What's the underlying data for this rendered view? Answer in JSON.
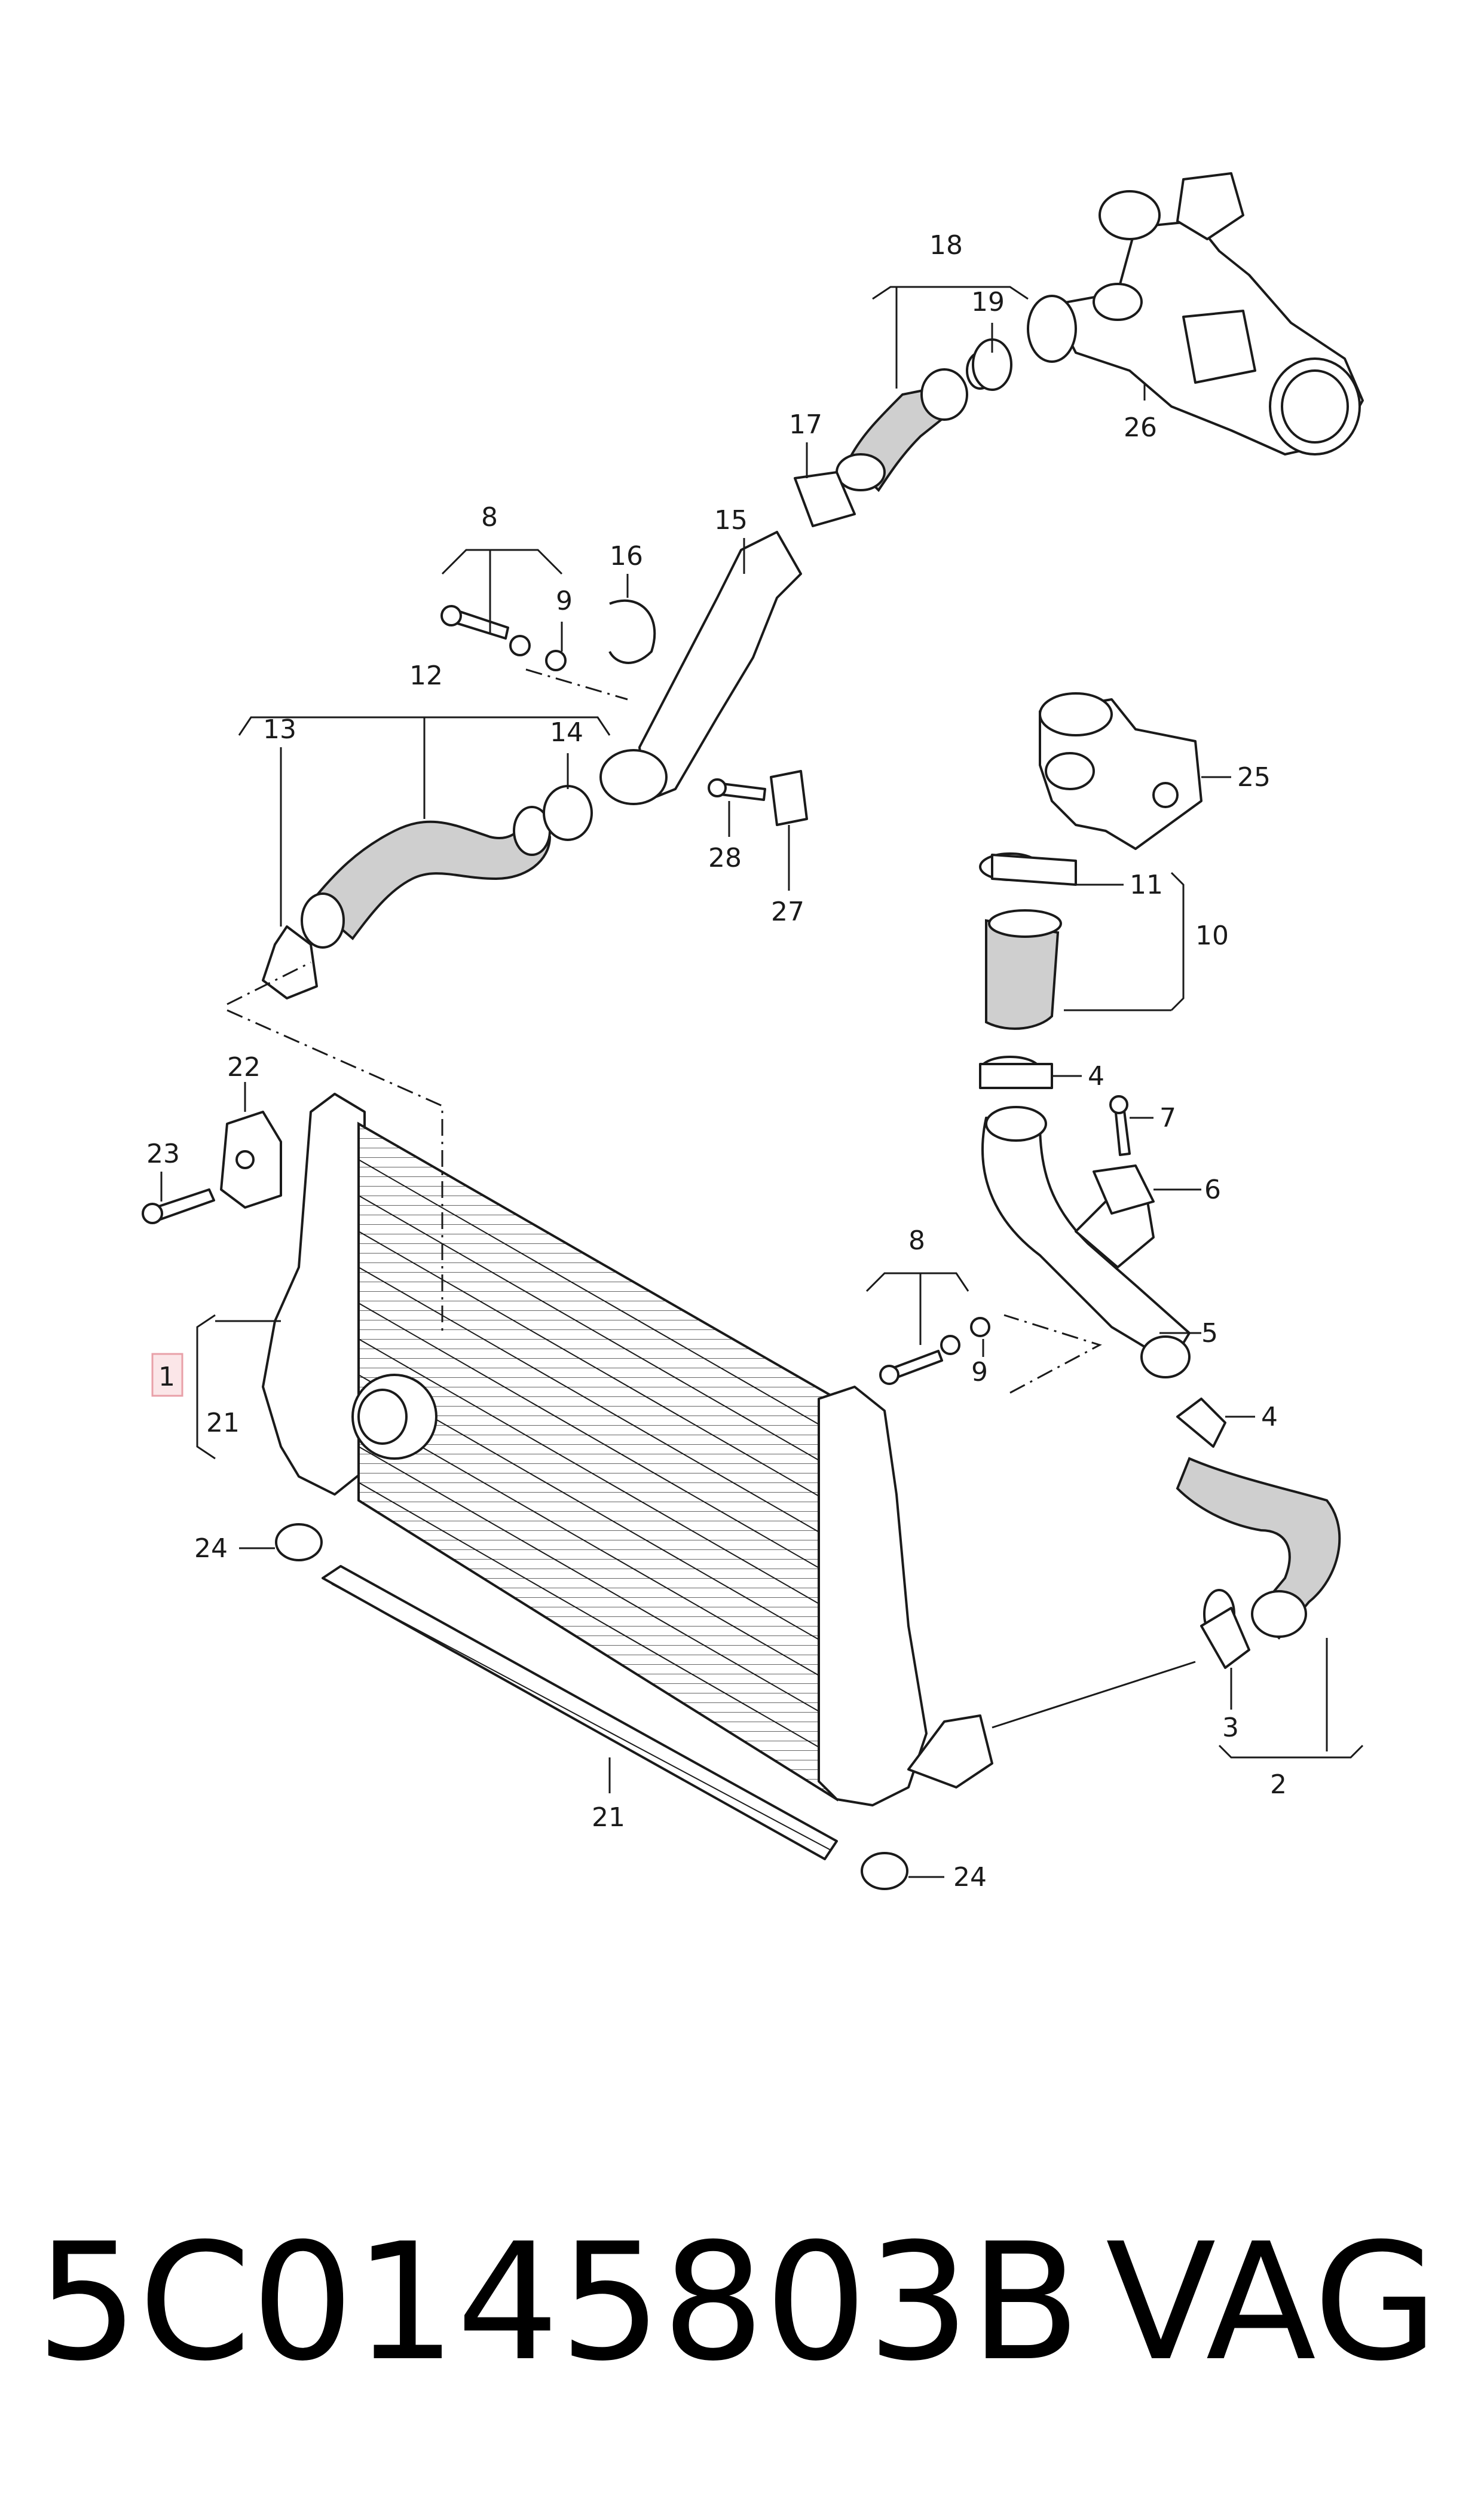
{
  "callouts": {
    "c1": "1",
    "c2": "2",
    "c3": "3",
    "c4a": "4",
    "c4b": "4",
    "c5": "5",
    "c6": "6",
    "c7": "7",
    "c8a": "8",
    "c8b": "8",
    "c9a": "9",
    "c9b": "9",
    "c10": "10",
    "c11": "11",
    "c12": "12",
    "c13": "13",
    "c14": "14",
    "c15": "15",
    "c16": "16",
    "c17": "17",
    "c18": "18",
    "c19": "19",
    "c21a": "21",
    "c21b": "21",
    "c22": "22",
    "c23": "23",
    "c24a": "24",
    "c24b": "24",
    "c25": "25",
    "c26": "26",
    "c27": "27",
    "c28": "28"
  },
  "footer": {
    "part_number": "5C0145803B",
    "brand": "VAG"
  },
  "colors": {
    "line": "#1a1a1a",
    "hose_fill": "#cfcfcf",
    "highlight_box": "#e8a0a8"
  }
}
